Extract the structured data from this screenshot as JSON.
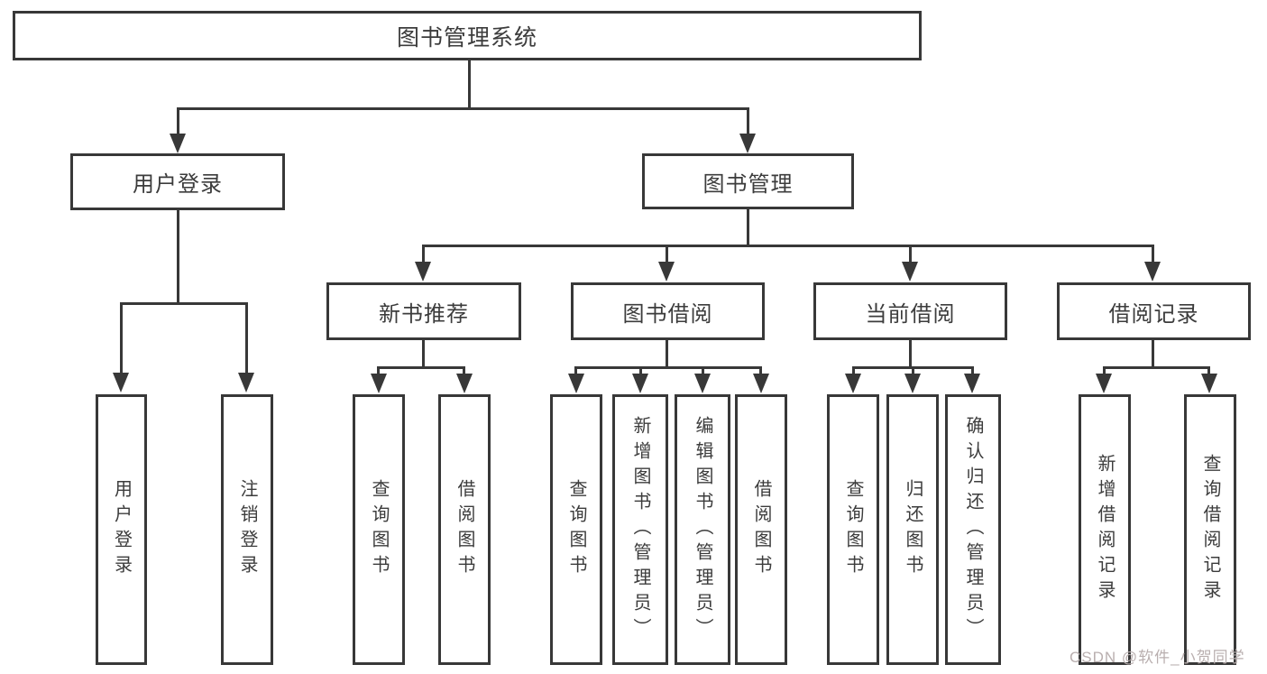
{
  "diagram": {
    "root": {
      "label": "图书管理系统"
    },
    "level2": {
      "user_login": {
        "label": "用户登录"
      },
      "book_management": {
        "label": "图书管理"
      }
    },
    "level3": {
      "new_book_recommend": {
        "label": "新书推荐"
      },
      "book_borrowing": {
        "label": "图书借阅"
      },
      "current_borrowing": {
        "label": "当前借阅"
      },
      "borrowing_records": {
        "label": "借阅记录"
      }
    },
    "leaves": {
      "user_login": {
        "label": "用户登录"
      },
      "logout": {
        "label": "注销登录"
      },
      "nb_query_books": {
        "label": "查询图书"
      },
      "nb_borrow_books": {
        "label": "借阅图书"
      },
      "bb_query_books": {
        "label": "查询图书"
      },
      "bb_add_books": {
        "label": "新增图书（管理员）"
      },
      "bb_edit_books": {
        "label": "编辑图书（管理员）"
      },
      "bb_borrow_books": {
        "label": "借阅图书"
      },
      "cb_query_books": {
        "label": "查询图书"
      },
      "cb_return_books": {
        "label": "归还图书"
      },
      "cb_confirm_return": {
        "label": "确认归还（管理员）"
      },
      "br_add_record": {
        "label": "新增借阅记录"
      },
      "br_query_record": {
        "label": "查询借阅记录"
      }
    },
    "watermark": "CSDN @软件_小贺同学",
    "colors": {
      "line": "#383838",
      "text": "#3c3c3c",
      "watermark": "#b9afaf",
      "background": "#ffffff"
    }
  }
}
